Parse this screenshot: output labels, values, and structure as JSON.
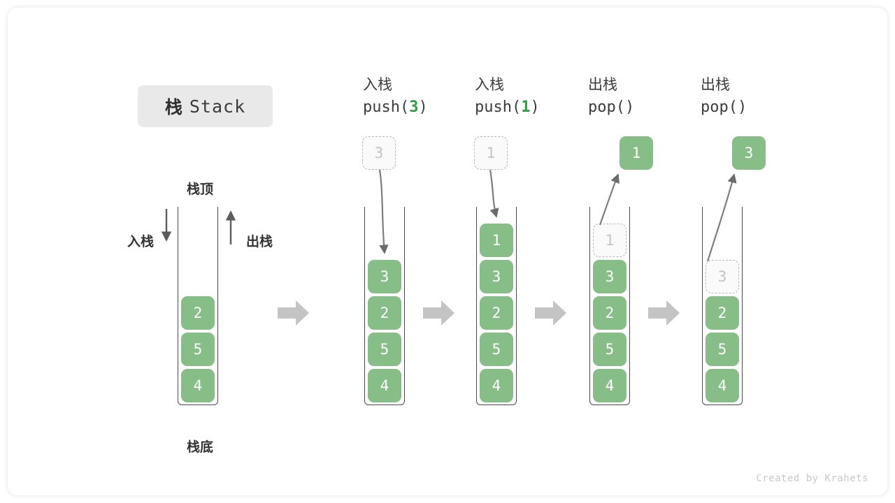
{
  "title": {
    "cn": "栈",
    "en": "Stack"
  },
  "legend": {
    "top_label": "栈顶",
    "bottom_label": "栈底",
    "push_label": "入栈",
    "pop_label": "出栈",
    "push_arrow_icon": "arrow-down-icon",
    "pop_arrow_icon": "arrow-up-icon"
  },
  "colors": {
    "cell_green": "#87be87",
    "code_number_green": "#2f9e41",
    "ghost_gray": "#c3c3c3",
    "chip_gray": "#e9e9e9",
    "flow_arrow_gray": "#c4c4c4"
  },
  "stages": [
    {
      "id": "initial",
      "op_cn": "",
      "op_code": "",
      "op_code_num": "",
      "floating": null,
      "cells": [
        {
          "value": "2",
          "state": "solid"
        },
        {
          "value": "5",
          "state": "solid"
        },
        {
          "value": "4",
          "state": "solid"
        }
      ]
    },
    {
      "id": "push-3",
      "op_cn": "入栈",
      "op_code_prefix": "push(",
      "op_code_num": "3",
      "op_code_suffix": ")",
      "floating": {
        "value": "3",
        "state": "ghost",
        "direction": "in"
      },
      "cells": [
        {
          "value": "3",
          "state": "solid"
        },
        {
          "value": "2",
          "state": "solid"
        },
        {
          "value": "5",
          "state": "solid"
        },
        {
          "value": "4",
          "state": "solid"
        }
      ]
    },
    {
      "id": "push-1",
      "op_cn": "入栈",
      "op_code_prefix": "push(",
      "op_code_num": "1",
      "op_code_suffix": ")",
      "floating": {
        "value": "1",
        "state": "ghost",
        "direction": "in"
      },
      "cells": [
        {
          "value": "1",
          "state": "solid"
        },
        {
          "value": "3",
          "state": "solid"
        },
        {
          "value": "2",
          "state": "solid"
        },
        {
          "value": "5",
          "state": "solid"
        },
        {
          "value": "4",
          "state": "solid"
        }
      ]
    },
    {
      "id": "pop-1",
      "op_cn": "出栈",
      "op_code_prefix": "pop(",
      "op_code_num": "",
      "op_code_suffix": ")",
      "floating": {
        "value": "1",
        "state": "solid",
        "direction": "out"
      },
      "cells": [
        {
          "value": "1",
          "state": "ghost"
        },
        {
          "value": "3",
          "state": "solid"
        },
        {
          "value": "2",
          "state": "solid"
        },
        {
          "value": "5",
          "state": "solid"
        },
        {
          "value": "4",
          "state": "solid"
        }
      ]
    },
    {
      "id": "pop-3",
      "op_cn": "出栈",
      "op_code_prefix": "pop(",
      "op_code_num": "",
      "op_code_suffix": ")",
      "floating": {
        "value": "3",
        "state": "solid",
        "direction": "out"
      },
      "cells": [
        {
          "value": "3",
          "state": "ghost"
        },
        {
          "value": "2",
          "state": "solid"
        },
        {
          "value": "5",
          "state": "solid"
        },
        {
          "value": "4",
          "state": "solid"
        }
      ]
    }
  ],
  "flow_arrow_count": 4,
  "watermark": "Created by Krahets"
}
